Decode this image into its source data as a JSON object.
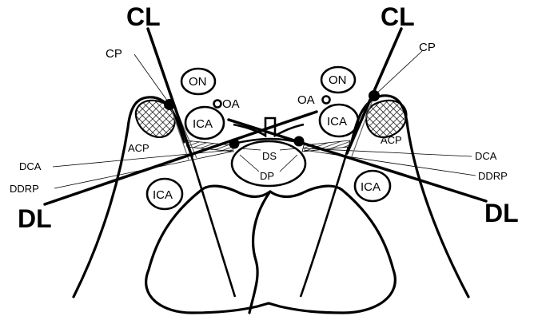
{
  "labels": {
    "cl_left": "CL",
    "cl_right": "CL",
    "cp_left": "CP",
    "cp_right": "CP",
    "on_left": "ON",
    "on_right": "ON",
    "oa_left": "OA",
    "oa_right": "OA",
    "ica_upper_left": "ICA",
    "ica_upper_right": "ICA",
    "ica_lower_left": "ICA",
    "ica_lower_right": "ICA",
    "acp_left": "ACP",
    "acp_right": "ACP",
    "dca_left": "DCA",
    "dca_right": "DCA",
    "ddrp_left": "DDRP",
    "ddrp_right": "DDRP",
    "dl_left": "DL",
    "dl_right": "DL",
    "ds": "DS",
    "dp": "DP"
  },
  "colors": {
    "ink": "#000000",
    "background": "#ffffff",
    "guide": "#666666"
  }
}
